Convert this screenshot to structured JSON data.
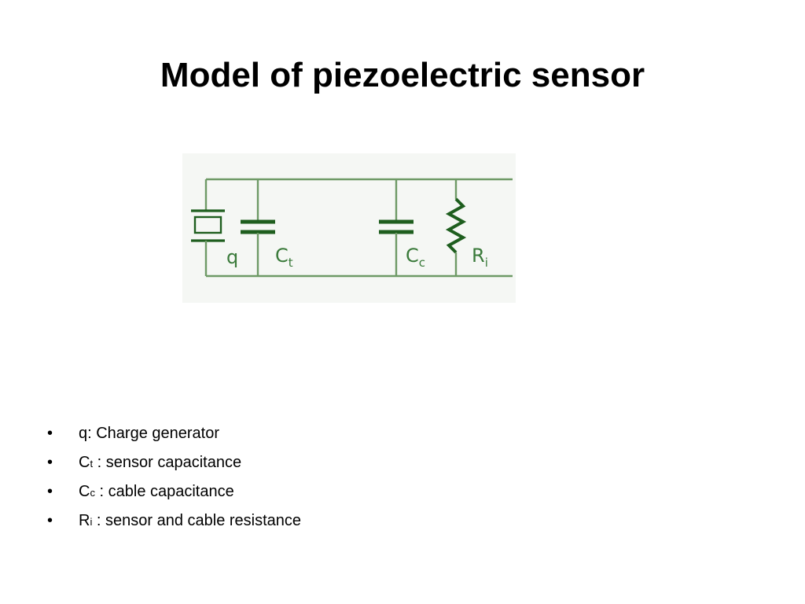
{
  "slide": {
    "title": "Model of piezoelectric sensor"
  },
  "circuit": {
    "labels": {
      "q": "q",
      "ct_main": "C",
      "ct_sub": "t",
      "cc_main": "C",
      "cc_sub": "c",
      "ri_main": "R",
      "ri_sub": "i"
    },
    "colors": {
      "wire": "#6e9a66",
      "component": "#1e5e1e",
      "label": "#3a7a3a"
    }
  },
  "legend": {
    "bullet": "•",
    "items": [
      {
        "symbol": "q",
        "sub": "",
        "text": ": Charge generator"
      },
      {
        "symbol": "C",
        "sub": "t",
        "text": " : sensor capacitance"
      },
      {
        "symbol": "C",
        "sub": "c",
        "text": " : cable capacitance"
      },
      {
        "symbol": "R",
        "sub": "i",
        "text": " :  sensor and cable resistance"
      }
    ]
  }
}
